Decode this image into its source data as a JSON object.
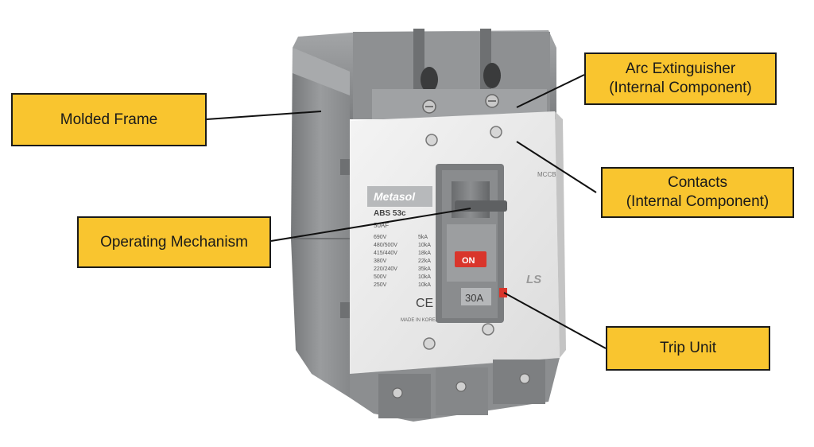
{
  "product": {
    "brand_label": "Metasol",
    "model_label": "ABS 53c",
    "frame_label": "50AF",
    "type_label": "MCCB",
    "handle_state": "ON",
    "current_rating": "30A",
    "ce_mark": "CE",
    "maker_logo": "LS",
    "origin_label": "MADE IN KOREA",
    "rating_table": [
      {
        "voltage": "690V",
        "capacity": "5kA"
      },
      {
        "voltage": "480/500V",
        "capacity": "10kA"
      },
      {
        "voltage": "415/440V",
        "capacity": "18kA"
      },
      {
        "voltage": "380V",
        "capacity": "22kA"
      },
      {
        "voltage": "220/240V",
        "capacity": "35kA"
      },
      {
        "voltage": "500V",
        "capacity": "10kA"
      },
      {
        "voltage": "250V",
        "capacity": "10kA"
      }
    ],
    "colors": {
      "housing_gray": "#8a8c8e",
      "face_plate": "#ececec",
      "on_button_red": "#d9352b",
      "callout_yellow": "#f9c52f"
    }
  },
  "callouts": {
    "molded_frame": {
      "lines": [
        "Molded Frame"
      ]
    },
    "arc_extinguisher": {
      "lines": [
        "Arc Extinguisher",
        "(Internal Component)"
      ]
    },
    "contacts": {
      "lines": [
        "Contacts",
        "(Internal Component)"
      ]
    },
    "operating_mechanism": {
      "lines": [
        "Operating Mechanism"
      ]
    },
    "trip_unit": {
      "lines": [
        "Trip Unit"
      ]
    }
  }
}
